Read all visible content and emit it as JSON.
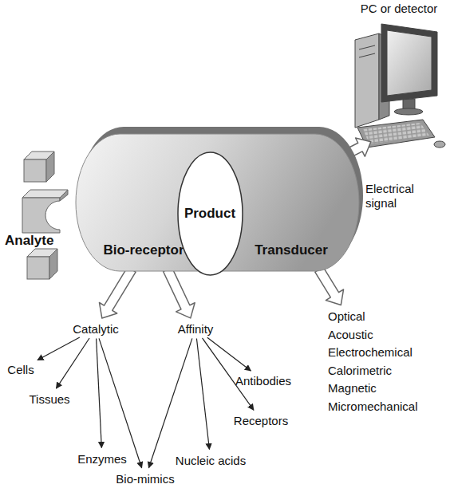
{
  "diagram": {
    "nodes": [
      {
        "text": [
          "Bio-receptor",
          "Transducer"
        ]
      },
      {
        "text": [
          "Product"
        ],
        "in": 0
      },
      {
        "text": [
          "PC or detector"
        ]
      },
      {
        "text": [
          "Catalytic"
        ]
      },
      {
        "text": [
          "Affinity"
        ]
      },
      {
        "text": [
          "Optical",
          "Acoustic",
          "Electrochemical",
          "Calorimetric",
          "Magnetic",
          "Micromechanical"
        ]
      },
      {
        "text": [
          "Cells"
        ]
      },
      {
        "text": [
          "Tissues"
        ]
      },
      {
        "text": [
          "Enzymes"
        ]
      },
      {
        "text": [
          "Bio-mimics"
        ]
      },
      {
        "text": [
          "Nucleic acids"
        ]
      },
      {
        "text": [
          "Receptors"
        ]
      },
      {
        "text": [
          "Antibodies"
        ]
      }
    ],
    "edges": [
      {
        "from": 0,
        "to": 2,
        "arrow": "to",
        "label": "Electrical signal"
      },
      {
        "from": 0,
        "to": 3,
        "arrow": "to"
      },
      {
        "from": 0,
        "to": 4,
        "arrow": "to"
      },
      {
        "from": 0,
        "to": 5,
        "arrow": "to"
      },
      {
        "from": 3,
        "to": 6,
        "arrow": "to"
      },
      {
        "from": 3,
        "to": 7,
        "arrow": "to"
      },
      {
        "from": 3,
        "to": 8,
        "arrow": "to"
      },
      {
        "from": 3,
        "to": 9,
        "arrow": "to"
      },
      {
        "from": 4,
        "to": 9,
        "arrow": "to"
      },
      {
        "from": 4,
        "to": 10,
        "arrow": "to"
      },
      {
        "from": 4,
        "to": 11,
        "arrow": "to"
      },
      {
        "from": 4,
        "to": 12,
        "arrow": "to"
      }
    ],
    "labels": [
      "Analyte"
    ]
  }
}
